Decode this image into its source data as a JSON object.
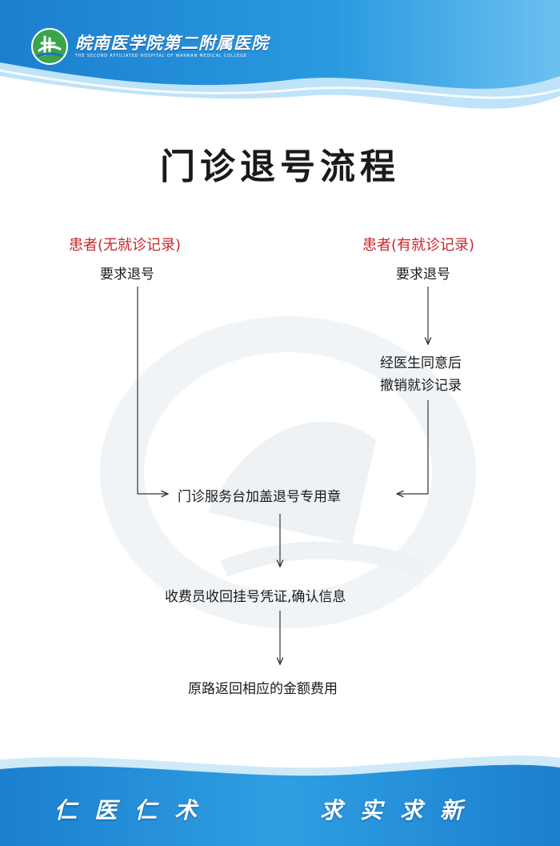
{
  "header": {
    "hospital_name": "皖南医学院第二附属医院",
    "hospital_name_en": "THE SECOND AFFILIATED HOSPITAL OF WANNAN MEDICAL COLLEGE"
  },
  "title": "门诊退号流程",
  "flow": {
    "left_patient": "患者(无就诊记录)",
    "left_request": "要求退号",
    "right_patient": "患者(有就诊记录)",
    "right_request": "要求退号",
    "doctor_line1": "经医生同意后",
    "doctor_line2": "撤销就诊记录",
    "service_desk": "门诊服务台加盖退号专用章",
    "cashier": "收费员收回挂号凭证,确认信息",
    "refund": "原路返回相应的金额费用"
  },
  "footer": {
    "slogan_left": "仁医仁术",
    "slogan_right": "求实求新"
  },
  "colors": {
    "brand_blue": "#1e8fd8",
    "light_blue": "#7cc6f2",
    "accent_red": "#c8262b",
    "logo_green": "#3aa54a"
  }
}
